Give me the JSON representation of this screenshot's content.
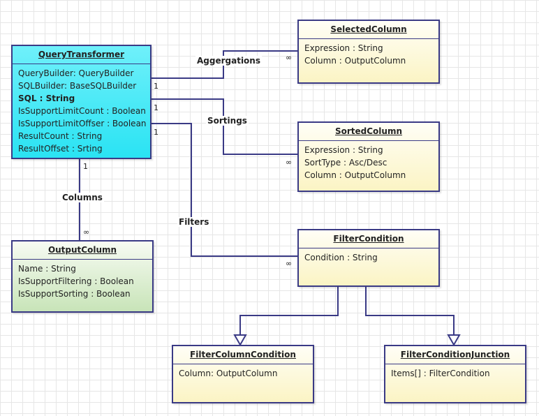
{
  "classes": {
    "query_transformer": {
      "name": "QueryTransformer",
      "attributes": [
        "QueryBuilder: QueryBuilder",
        "SQLBuilder: BaseSQLBuilder",
        "SQL : String",
        "IsSupportLimitCount : Boolean",
        "IsSupportLimitOffser : Boolean",
        "ResultCount : String",
        "ResultOffset : Srting"
      ]
    },
    "selected_column": {
      "name": "SelectedColumn",
      "attributes": [
        "Expression : String",
        "Column : OutputColumn"
      ]
    },
    "sorted_column": {
      "name": "SortedColumn",
      "attributes": [
        "Expression : String",
        "SortType : Asc/Desc",
        "Column : OutputColumn"
      ]
    },
    "output_column": {
      "name": "OutputColumn",
      "attributes": [
        "Name : String",
        "IsSupportFiltering : Boolean",
        "IsSupportSorting : Boolean"
      ]
    },
    "filter_condition": {
      "name": "FilterCondition",
      "attributes": [
        "Condition : String"
      ]
    },
    "filter_column_condition": {
      "name": "FilterColumnCondition",
      "attributes": [
        "Column: OutputColumn"
      ]
    },
    "filter_condition_junction": {
      "name": "FilterConditionJunction",
      "attributes": [
        "Items[] : FilterCondition"
      ]
    }
  },
  "associations": {
    "aggregations": {
      "label": "Aggergations",
      "source_mult": "1",
      "target_mult": "∞"
    },
    "sortings": {
      "label": "Sortings",
      "source_mult": "1",
      "target_mult": "∞"
    },
    "filters": {
      "label": "Filters",
      "source_mult": "1",
      "target_mult": "∞"
    },
    "columns": {
      "label": "Columns",
      "source_mult": "1",
      "target_mult": "∞"
    }
  },
  "colors": {
    "border": "#3a3a85",
    "class_fill": "#fbf4c4",
    "root_fill": "#2ae3f3",
    "output_fill": "#c8e4b8"
  }
}
